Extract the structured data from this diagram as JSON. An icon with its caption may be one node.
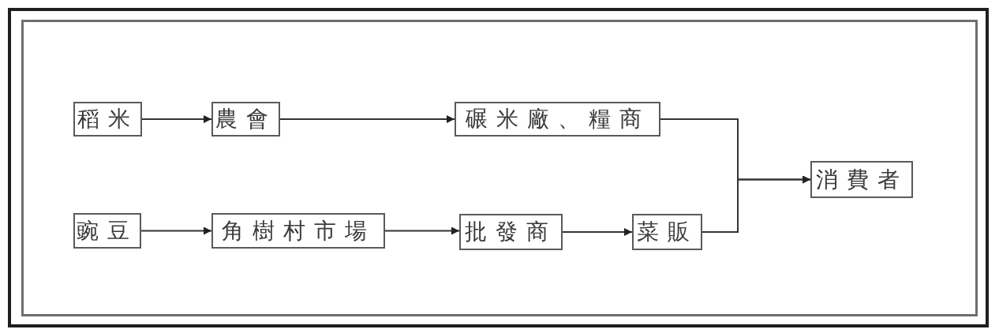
{
  "diagram": {
    "nodes": [
      {
        "text": [
          "稻米"
        ]
      },
      {
        "text": [
          "農會"
        ]
      },
      {
        "text": [
          "碾米廠、糧商"
        ]
      },
      {
        "text": [
          "消費者"
        ]
      },
      {
        "text": [
          "豌豆"
        ]
      },
      {
        "text": [
          "角樹村市場"
        ]
      },
      {
        "text": [
          "批發商"
        ]
      },
      {
        "text": [
          "菜販"
        ]
      }
    ],
    "edges": [
      {
        "from": 0,
        "to": 1,
        "arrow": "to"
      },
      {
        "from": 1,
        "to": 2,
        "arrow": "to"
      },
      {
        "from": 2,
        "to": 3,
        "arrow": "to"
      },
      {
        "from": 4,
        "to": 5,
        "arrow": "to"
      },
      {
        "from": 5,
        "to": 6,
        "arrow": "to"
      },
      {
        "from": 6,
        "to": 7,
        "arrow": "to"
      },
      {
        "from": 7,
        "to": 3,
        "arrow": "to"
      }
    ]
  }
}
